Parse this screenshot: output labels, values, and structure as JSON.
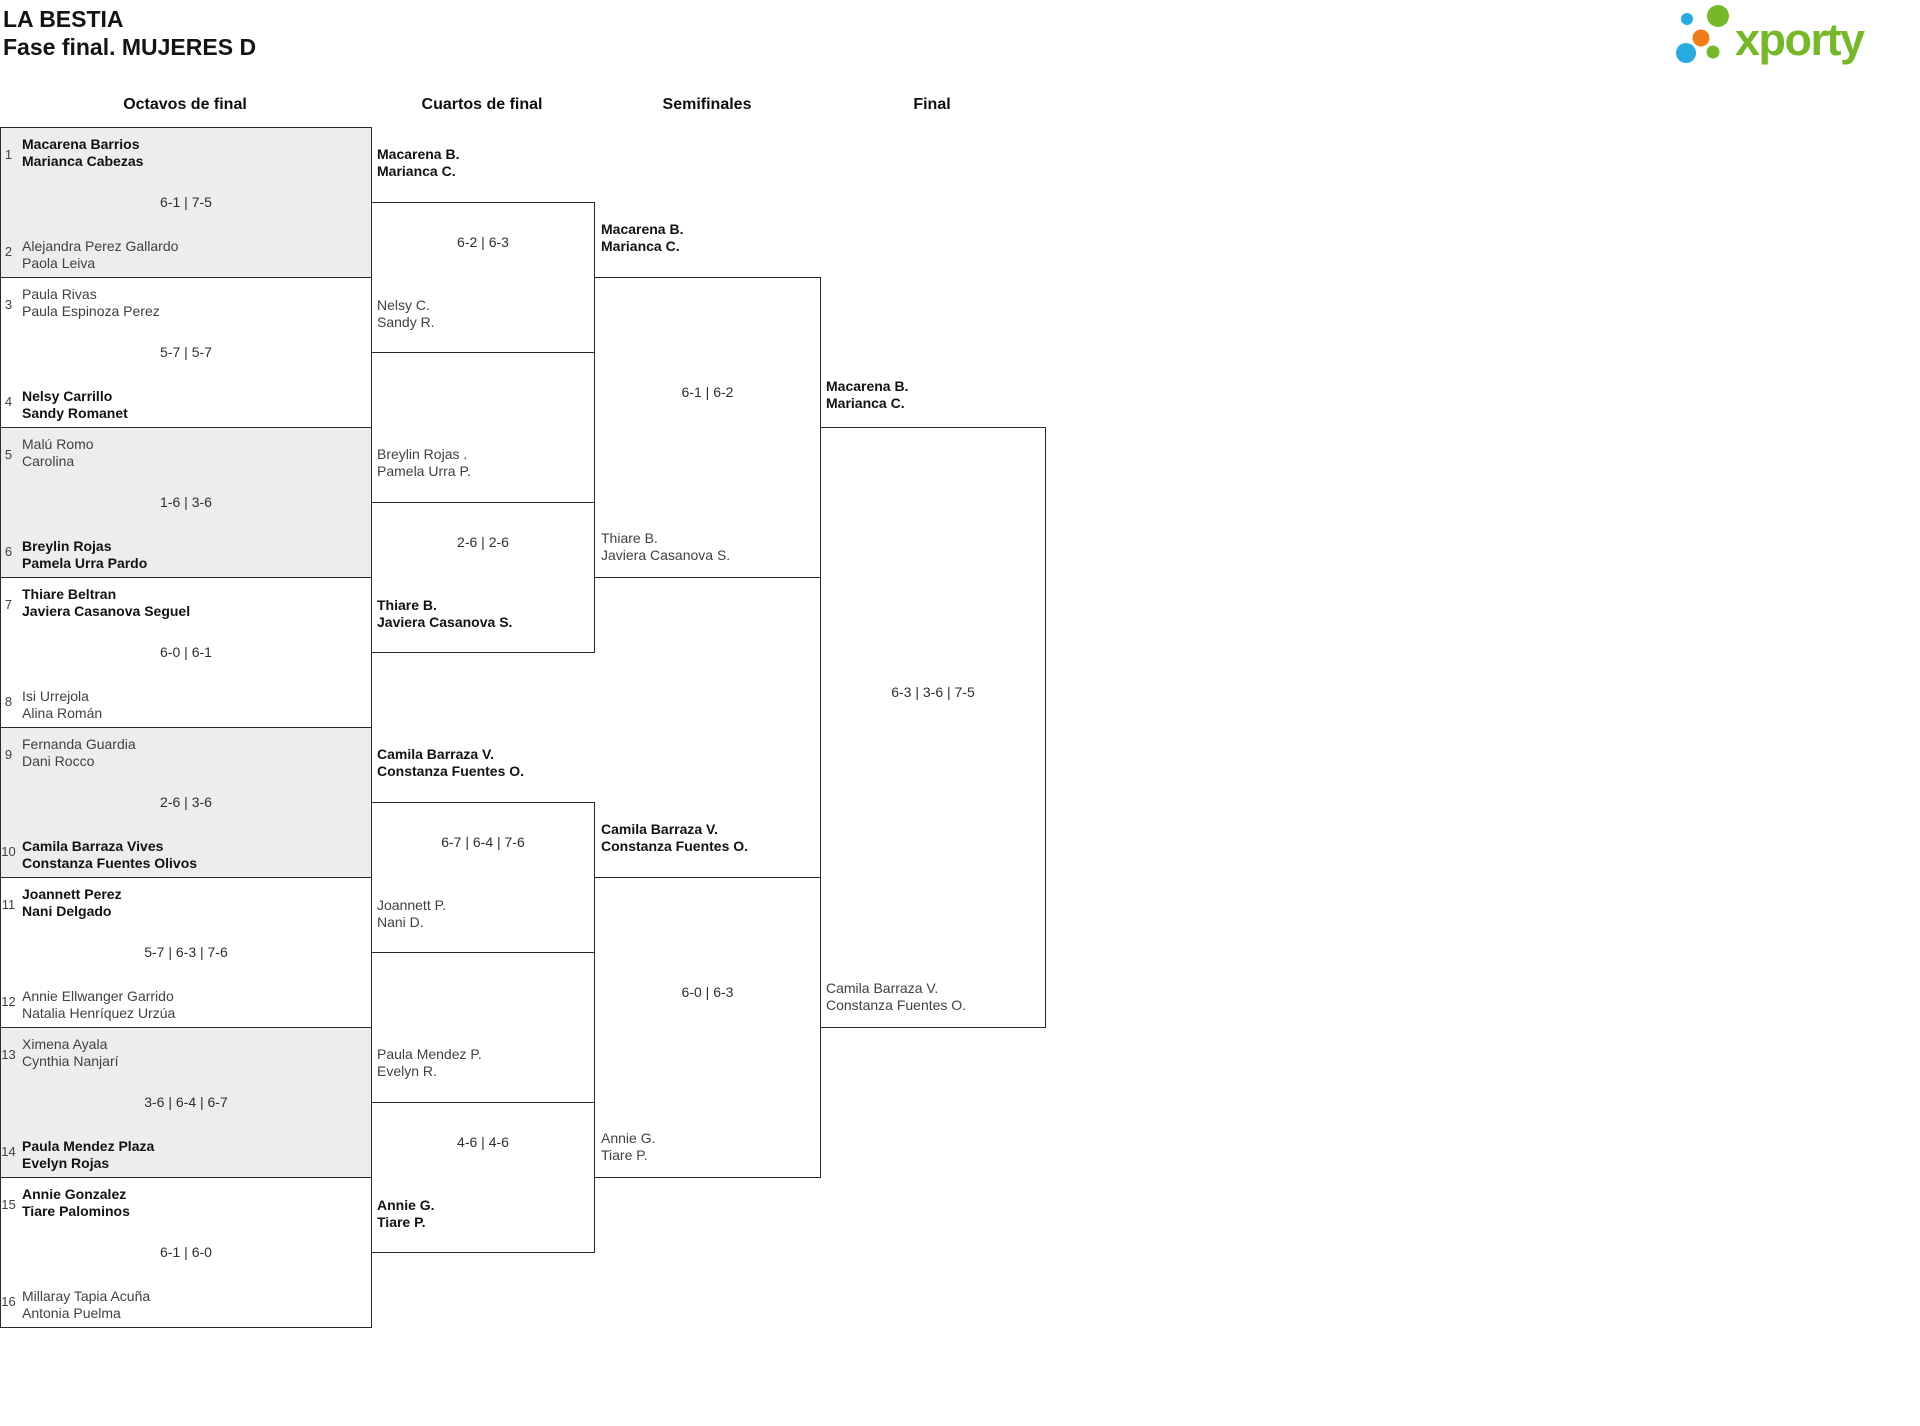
{
  "header": {
    "title": "LA BESTIA",
    "subtitle": "Fase final. MUJERES D"
  },
  "logo": {
    "text": "xporty",
    "green": "#76b82a",
    "blue": "#29abe2",
    "orange": "#ee7d17"
  },
  "round_headers": [
    "Octavos de final",
    "Cuartos de final",
    "Semifinales",
    "Final"
  ],
  "r16": [
    {
      "seed_top": "1",
      "top": [
        "Macarena Barrios",
        "Marianca Cabezas"
      ],
      "top_winner": true,
      "score": "6-1 | 7-5",
      "seed_bottom": "2",
      "bottom": [
        "Alejandra Perez Gallardo",
        "Paola Leiva"
      ],
      "bottom_winner": false
    },
    {
      "seed_top": "3",
      "top": [
        "Paula Rivas",
        "Paula Espinoza Perez"
      ],
      "top_winner": false,
      "score": "5-7 | 5-7",
      "seed_bottom": "4",
      "bottom": [
        "Nelsy Carrillo",
        "Sandy Romanet"
      ],
      "bottom_winner": true
    },
    {
      "seed_top": "5",
      "top": [
        "Malú Romo",
        "Carolina"
      ],
      "top_winner": false,
      "score": "1-6 | 3-6",
      "seed_bottom": "6",
      "bottom": [
        "Breylin Rojas",
        "Pamela Urra Pardo"
      ],
      "bottom_winner": true
    },
    {
      "seed_top": "7",
      "top": [
        "Thiare Beltran",
        "Javiera Casanova Seguel"
      ],
      "top_winner": true,
      "score": "6-0 | 6-1",
      "seed_bottom": "8",
      "bottom": [
        "Isi Urrejola",
        "Alina Román"
      ],
      "bottom_winner": false
    },
    {
      "seed_top": "9",
      "top": [
        "Fernanda Guardia",
        "Dani Rocco"
      ],
      "top_winner": false,
      "score": "2-6 | 3-6",
      "seed_bottom": "10",
      "bottom": [
        "Camila Barraza Vives",
        "Constanza Fuentes Olivos"
      ],
      "bottom_winner": true
    },
    {
      "seed_top": "11",
      "top": [
        "Joannett Perez",
        "Nani Delgado"
      ],
      "top_winner": true,
      "score": "5-7 | 6-3 | 7-6",
      "seed_bottom": "12",
      "bottom": [
        "Annie Ellwanger Garrido",
        "Natalia Henríquez Urzúa"
      ],
      "bottom_winner": false
    },
    {
      "seed_top": "13",
      "top": [
        "Ximena Ayala",
        "Cynthia Nanjarí"
      ],
      "top_winner": false,
      "score": "3-6 | 6-4 | 6-7",
      "seed_bottom": "14",
      "bottom": [
        "Paula Mendez Plaza",
        "Evelyn Rojas"
      ],
      "bottom_winner": true
    },
    {
      "seed_top": "15",
      "top": [
        "Annie Gonzalez",
        "Tiare Palominos"
      ],
      "top_winner": true,
      "score": "6-1 | 6-0",
      "seed_bottom": "16",
      "bottom": [
        "Millaray Tapia Acuña",
        "Antonia Puelma"
      ],
      "bottom_winner": false
    }
  ],
  "qf": [
    {
      "top": [
        "Macarena B.",
        "Marianca C."
      ],
      "top_winner": true,
      "score": "6-2 | 6-3",
      "bottom": [
        "Nelsy C.",
        "Sandy R."
      ],
      "bottom_winner": false
    },
    {
      "top": [
        "Breylin Rojas .",
        "Pamela Urra P."
      ],
      "top_winner": false,
      "score": "2-6 | 2-6",
      "bottom": [
        "Thiare B.",
        "Javiera Casanova S."
      ],
      "bottom_winner": true
    },
    {
      "top": [
        "Camila Barraza V.",
        "Constanza Fuentes O."
      ],
      "top_winner": true,
      "score": "6-7 | 6-4 | 7-6",
      "bottom": [
        "Joannett P.",
        "Nani D."
      ],
      "bottom_winner": false
    },
    {
      "top": [
        "Paula Mendez P.",
        "Evelyn R."
      ],
      "top_winner": false,
      "score": "4-6 | 4-6",
      "bottom": [
        "Annie G.",
        "Tiare P."
      ],
      "bottom_winner": true
    }
  ],
  "sf": [
    {
      "top": [
        "Macarena B.",
        "Marianca C."
      ],
      "top_winner": true,
      "score": "6-1 | 6-2",
      "bottom": [
        "Thiare B.",
        "Javiera Casanova S."
      ],
      "bottom_winner": false
    },
    {
      "top": [
        "Camila Barraza V.",
        "Constanza Fuentes O."
      ],
      "top_winner": true,
      "score": "6-0 | 6-3",
      "bottom": [
        "Annie G.",
        "Tiare P."
      ],
      "bottom_winner": false
    }
  ],
  "final": {
    "top": [
      "Macarena B.",
      "Marianca C."
    ],
    "top_winner": true,
    "score": "6-3 | 3-6 | 7-5",
    "bottom": [
      "Camila Barraza V.",
      "Constanza Fuentes O."
    ],
    "bottom_winner": false
  }
}
